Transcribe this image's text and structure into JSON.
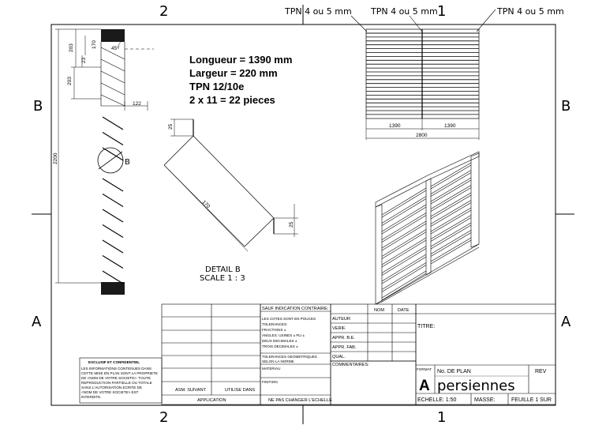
{
  "zones": {
    "top_left": "2",
    "top_right": "1",
    "bottom_left": "2",
    "bottom_right": "1",
    "left_b": "B",
    "right_b": "B",
    "left_a": "A",
    "right_a": "A"
  },
  "specs": {
    "longueur": "Longueur = 1390 mm",
    "largeur": "Largeur = 220 mm",
    "tpn": "TPN 12/10e",
    "pieces": "2 x 11 = 22 pieces"
  },
  "callouts": {
    "tpn1": "TPN 4 ou 5 mm",
    "tpn2": "TPN 4 ou 5 mm",
    "tpn3": "TPN 4 ou 5 mm"
  },
  "section": {
    "dim_203": "203",
    "dim_170": "170",
    "dim_45": "45°",
    "dim_23": "23",
    "dim_203b": "203",
    "dim_122": "122",
    "dim_2200": "2200",
    "label_b": "B"
  },
  "detail": {
    "dim_25a": "25",
    "dim_170": "170",
    "dim_25b": "25",
    "title": "DETAIL B",
    "scale": "SCALE 1 : 3"
  },
  "front": {
    "dim_1390a": "1390",
    "dim_1390b": "1390",
    "dim_2800": "2800"
  },
  "confidential": {
    "title": "EXCLUSIF ET CONFIDENTIEL",
    "lines": [
      "LES INFORMATIONS CONTENUES DANS",
      "CETTE MISE EN PLAN SONT LA PROPRIETE",
      "DE <NOM DE VOTRE SOCIETE>. TOUTE",
      "REPRODUCTION PARTIELLE OU TOTALE",
      "SANS L'AUTORISATION ECRITE DE",
      "<NOM DE VOTRE SOCIETE> EST",
      "INTERDITE."
    ]
  },
  "title_block": {
    "asm_suivant": "ASM. SUIVANT",
    "utilise_dans": "UTILISE DANS",
    "application": "APPLICATION",
    "sauf": "SAUF INDICATION CONTRAIRE:",
    "tol_lines": [
      "LES COTES SONT EN POUCES",
      "TOLERANCES:",
      "FRACTIONS ±",
      "ANGLES: USINES ±    PLI ±",
      "DEUX DECIMALES  ±",
      "TROIS DECIMALES  ±"
    ],
    "geo_lines": [
      "TOLERANCES GEOMETRIQUES",
      "SELON LA NORME"
    ],
    "materiau": "MATERIAU",
    "finition": "FINITION",
    "ne_pas": "NE PAS CHANGER L'ECHELLE",
    "nom": "NOM",
    "date": "DATE",
    "auteur": "AUTEUR",
    "verif": "VERIF.",
    "appr_be": "APPR. B.E.",
    "appr_fab": "APPR. FAB.",
    "qual": "QUAL.",
    "commentaires": "COMMENTAIRES:",
    "titre": "TITRE:",
    "format_label": "FORMAT",
    "format": "A",
    "no_plan_label": "No. DE PLAN",
    "rev": "REV",
    "plan_name": "persiennes",
    "echelle": "ECHELLE: 1:50",
    "masse": "MASSE:",
    "feuille": "FEUILLE 1 SUR"
  }
}
